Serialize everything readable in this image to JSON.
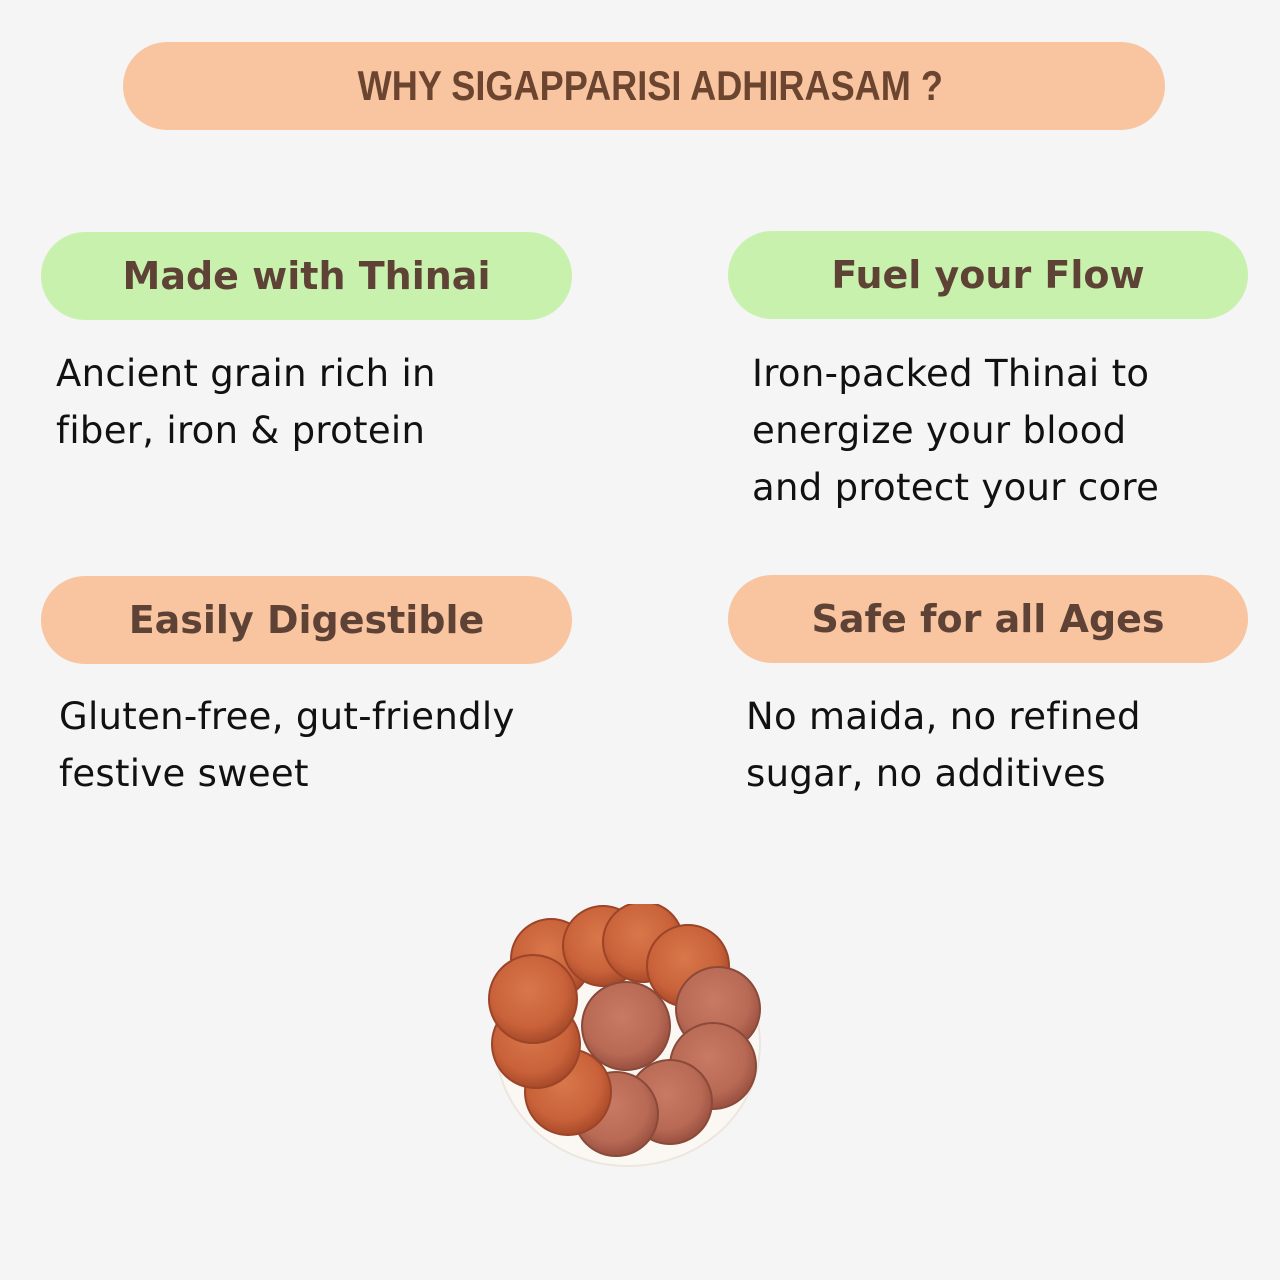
{
  "header": {
    "title": "WHY SIGAPPARISI ADHIRASAM ?"
  },
  "features": [
    {
      "title": "Made with Thinai",
      "pill_color": "#c7f1ad",
      "description_lines": [
        "Ancient grain rich in",
        "fiber, iron & protein"
      ]
    },
    {
      "title": "Fuel your Flow",
      "pill_color": "#c7f1ad",
      "description_lines": [
        "Iron-packed Thinai to",
        "energize your blood",
        "and protect your core"
      ]
    },
    {
      "title": "Easily Digestible",
      "pill_color": "#f8c5a0",
      "description_lines": [
        "Gluten-free, gut-friendly",
        "festive sweet"
      ]
    },
    {
      "title": "Safe for all Ages",
      "pill_color": "#f8c5a0",
      "description_lines": [
        "No maida, no refined",
        "sugar, no additives"
      ]
    }
  ],
  "image": {
    "subject": "plate of adhirasam sweets",
    "icon": "adhirasam-plate-image"
  },
  "colors": {
    "background": "#f5f5f5",
    "peach": "#f8c5a0",
    "green": "#c7f1ad",
    "heading_text": "#5e4236",
    "title_text": "#6b4530",
    "body_text": "#111111"
  }
}
